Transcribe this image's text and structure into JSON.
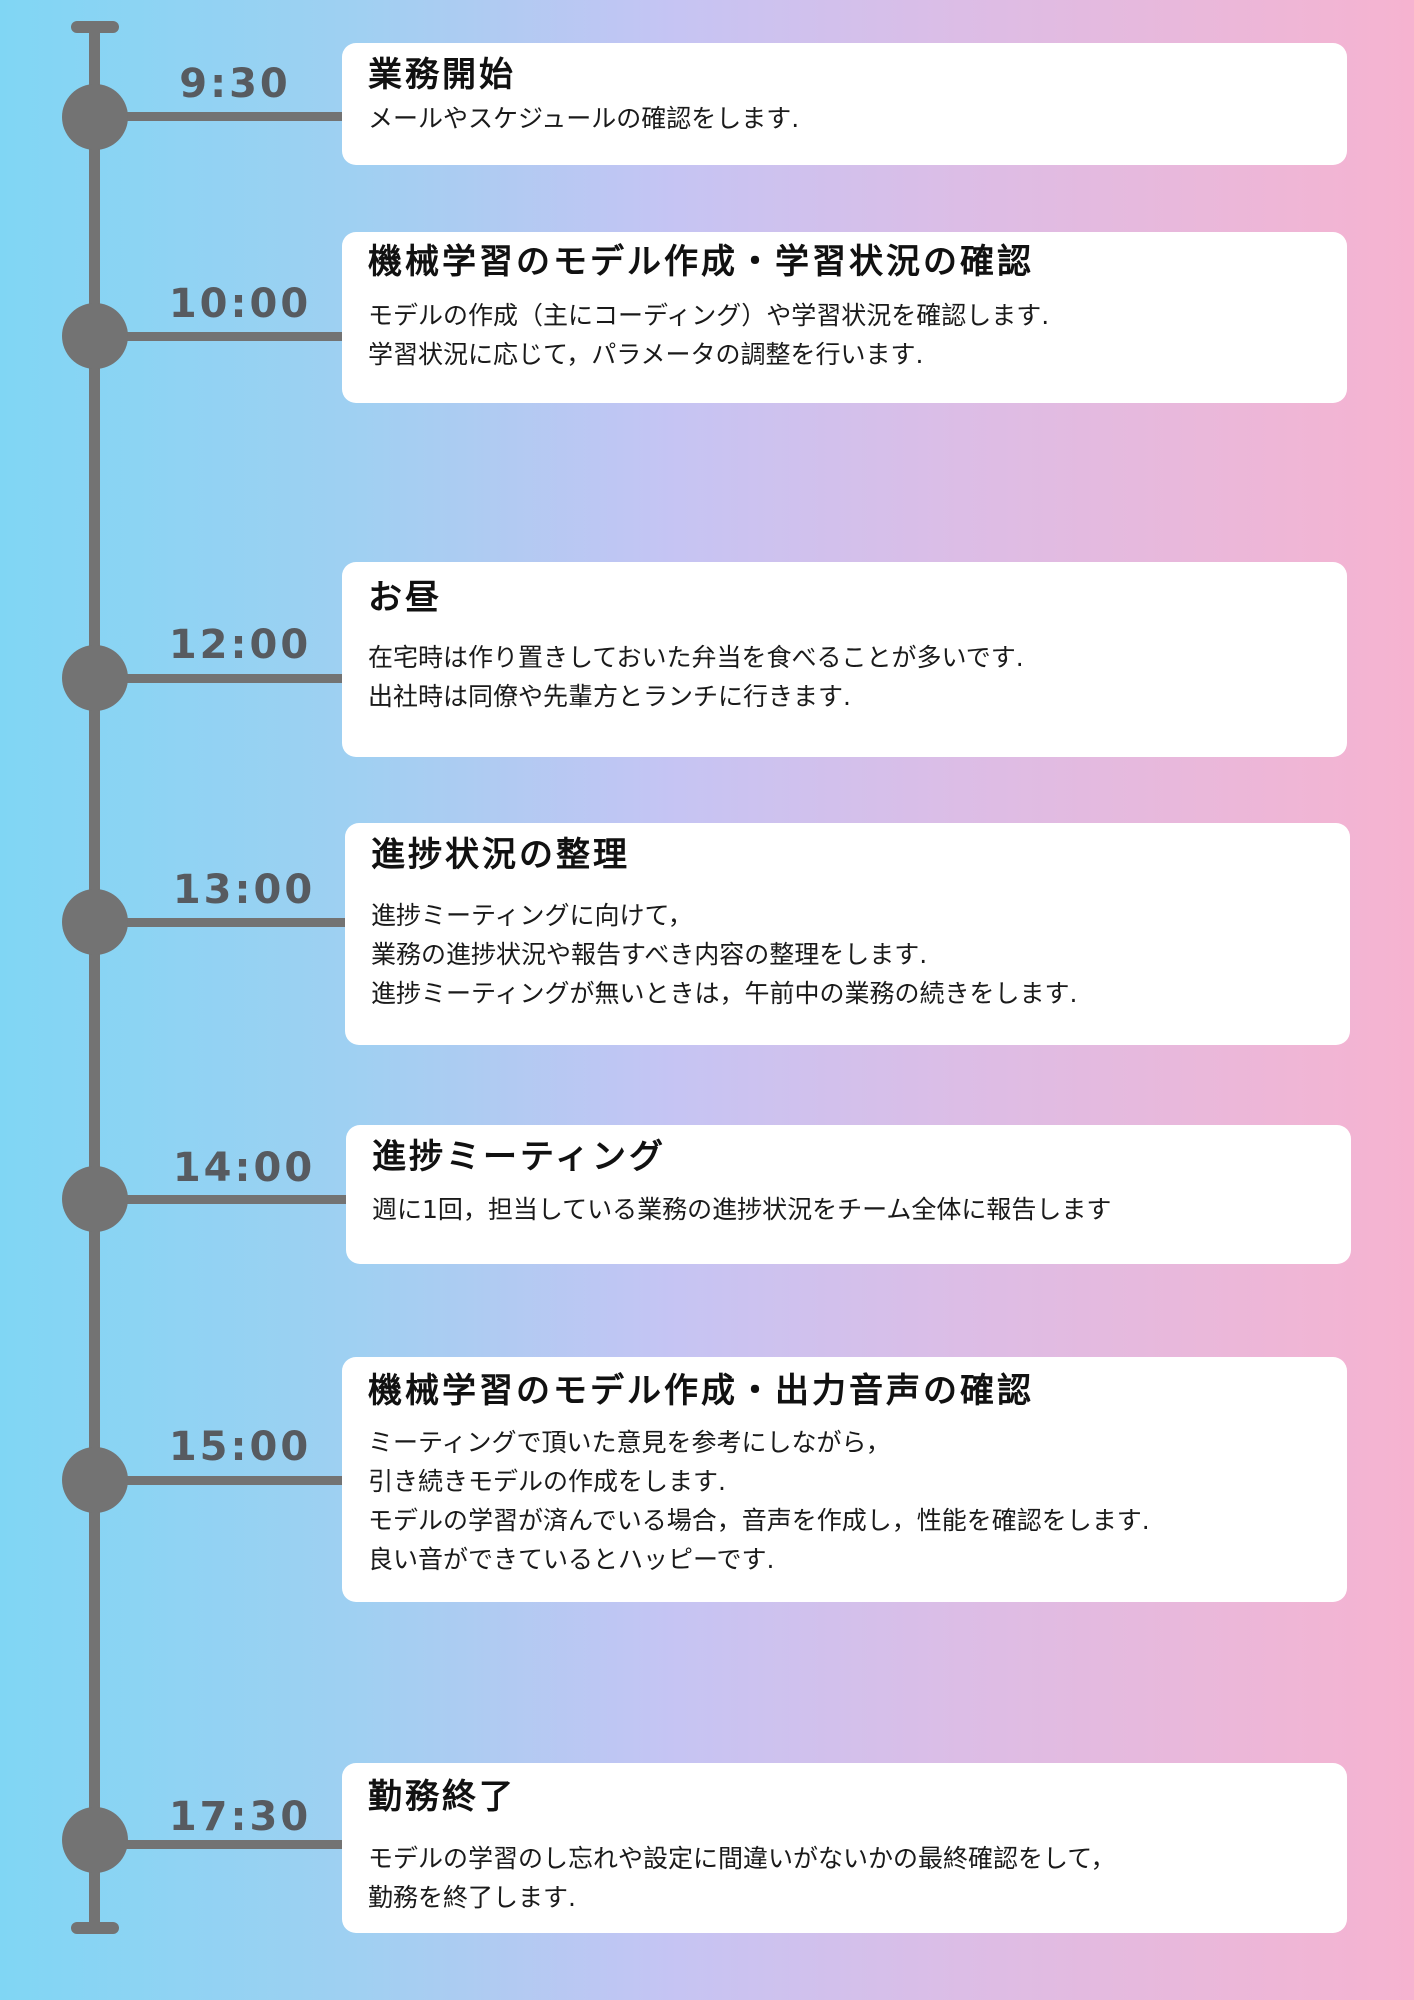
{
  "timeline": {
    "line_color": "#737373",
    "label_color": "#575b60",
    "background_gradient": [
      "#80d6f4",
      "#c6c4f3",
      "#f6b3d0"
    ]
  },
  "entries": [
    {
      "time": "9:30",
      "title": "業務開始",
      "body": [
        "メールやスケジュールの確認をします."
      ]
    },
    {
      "time": "10:00",
      "title": "機械学習のモデル作成・学習状況の確認",
      "body": [
        "モデルの作成（主にコーディング）や学習状況を確認します.",
        "学習状況に応じて，パラメータの調整を行います."
      ]
    },
    {
      "time": "12:00",
      "title": "お昼",
      "body": [
        "在宅時は作り置きしておいた弁当を食べることが多いです.",
        "出社時は同僚や先輩方とランチに行きます."
      ]
    },
    {
      "time": "13:00",
      "title": "進捗状況の整理",
      "body": [
        "進捗ミーティングに向けて，",
        "業務の進捗状況や報告すべき内容の整理をします.",
        "進捗ミーティングが無いときは，午前中の業務の続きをします."
      ]
    },
    {
      "time": "14:00",
      "title": "進捗ミーティング",
      "body": [
        "週に1回，担当している業務の進捗状況をチーム全体に報告します"
      ]
    },
    {
      "time": "15:00",
      "title": "機械学習のモデル作成・出力音声の確認",
      "body": [
        "ミーティングで頂いた意見を参考にしながら，",
        "引き続きモデルの作成をします.",
        "モデルの学習が済んでいる場合，音声を作成し，性能を確認をします.",
        "良い音ができているとハッピーです."
      ]
    },
    {
      "time": "17:30",
      "title": "勤務終了",
      "body": [
        "モデルの学習のし忘れや設定に間違いがないかの最終確認をして，",
        "勤務を終了します."
      ]
    }
  ]
}
